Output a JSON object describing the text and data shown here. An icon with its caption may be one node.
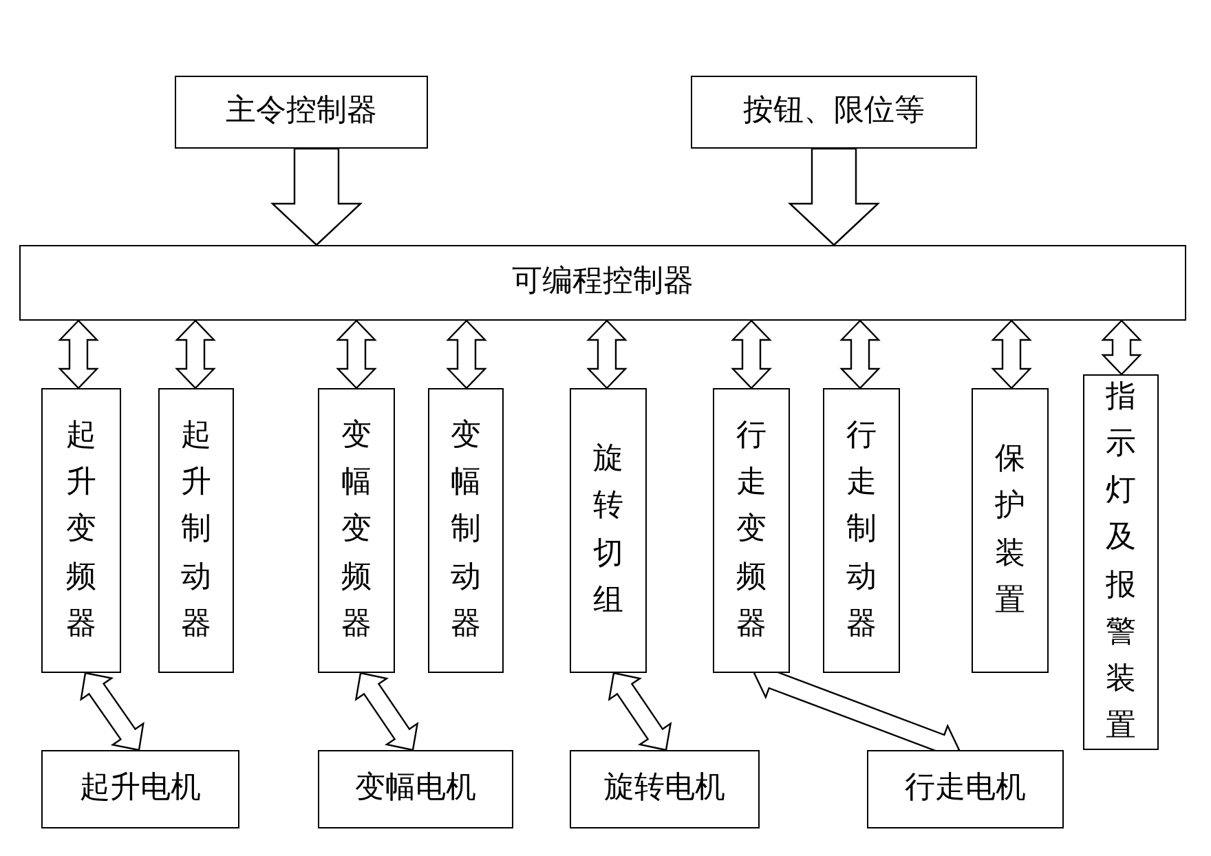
{
  "diagram": {
    "nodes": [
      {
        "text": [
          "主令控制器"
        ]
      },
      {
        "text": [
          "按钮、限位等"
        ]
      },
      {
        "text": [
          "可编程控制器"
        ]
      },
      {
        "text": [
          "起升变频器"
        ]
      },
      {
        "text": [
          "起升制动器"
        ]
      },
      {
        "text": [
          "变幅变频器"
        ]
      },
      {
        "text": [
          "变幅制动器"
        ]
      },
      {
        "text": [
          "旋转切组"
        ]
      },
      {
        "text": [
          "行走变频器"
        ]
      },
      {
        "text": [
          "行走制动器"
        ]
      },
      {
        "text": [
          "保护装置"
        ]
      },
      {
        "text": [
          "指示灯及报警装置"
        ]
      },
      {
        "text": [
          "起升电机"
        ]
      },
      {
        "text": [
          "变幅电机"
        ]
      },
      {
        "text": [
          "旋转电机"
        ]
      },
      {
        "text": [
          "行走电机"
        ]
      }
    ],
    "edges": [
      {
        "from": 0,
        "to": 2,
        "arrow": "to"
      },
      {
        "from": 1,
        "to": 2,
        "arrow": "to"
      },
      {
        "from": 2,
        "to": 3,
        "arrow": "both"
      },
      {
        "from": 2,
        "to": 4,
        "arrow": "both"
      },
      {
        "from": 2,
        "to": 5,
        "arrow": "both"
      },
      {
        "from": 2,
        "to": 6,
        "arrow": "both"
      },
      {
        "from": 2,
        "to": 7,
        "arrow": "both"
      },
      {
        "from": 2,
        "to": 8,
        "arrow": "both"
      },
      {
        "from": 2,
        "to": 9,
        "arrow": "both"
      },
      {
        "from": 2,
        "to": 10,
        "arrow": "both"
      },
      {
        "from": 2,
        "to": 11,
        "arrow": "both"
      },
      {
        "from": 3,
        "to": 12,
        "arrow": "both"
      },
      {
        "from": 5,
        "to": 13,
        "arrow": "both"
      },
      {
        "from": 7,
        "to": 14,
        "arrow": "both"
      },
      {
        "from": 8,
        "to": 15,
        "arrow": "both"
      }
    ]
  }
}
